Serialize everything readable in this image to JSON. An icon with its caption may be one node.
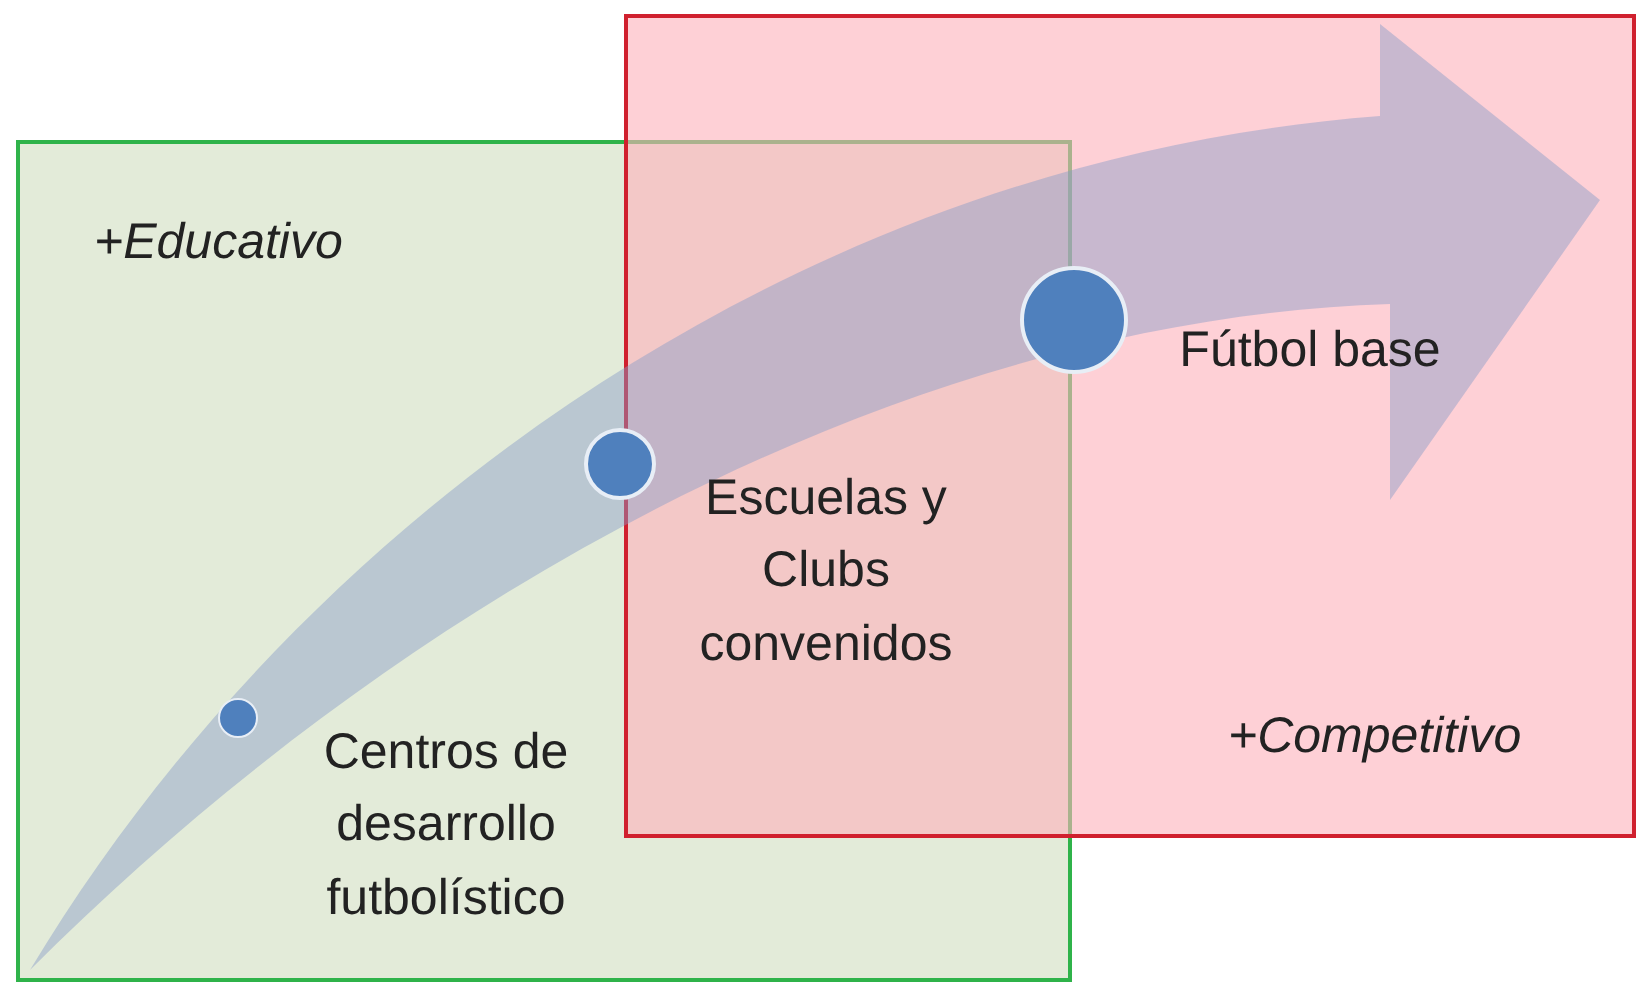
{
  "diagram": {
    "nodes": [
      {
        "text": [
          "+Educativo"
        ]
      },
      {
        "text": [
          "+Competitivo"
        ]
      },
      {
        "text": [],
        "shape": "circle",
        "in": 0
      },
      {
        "text": [],
        "shape": "circle",
        "in": 0
      },
      {
        "text": [],
        "shape": "circle",
        "in": 1
      }
    ],
    "edges": [],
    "labels": [
      "Fútbol base",
      "Escuelas y Clubs convenidos",
      "Centros de desarrollo futbolístico"
    ]
  }
}
